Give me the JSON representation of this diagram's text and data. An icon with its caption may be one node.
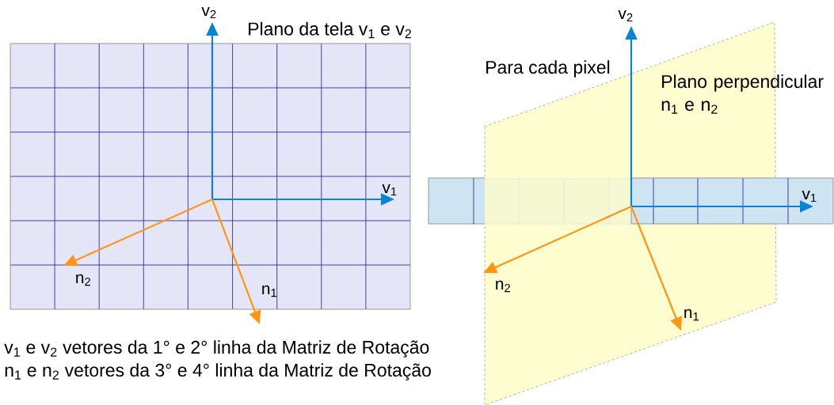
{
  "diagram": {
    "labels": [
      "v$_{2}$",
      "Plano da tela v$_{1}$ e v$_{2}$",
      "v$_{1}$",
      "n$_{2}$",
      "n$_{1}$",
      "v$_{2}$",
      "Para cada pixel",
      "Plano perpendicular n$_{1}$ e n$_{2}$",
      "v$_{1}$",
      "n$_{2}$",
      "n$_{1}$",
      "v$_{1}$ e v$_{2}$ vetores da 1° e 2° linha da Matriz de Rotação",
      "n$_{1}$ e n$_{2}$ vetores da 3° e 4° linha da Matriz de Rotação"
    ]
  }
}
